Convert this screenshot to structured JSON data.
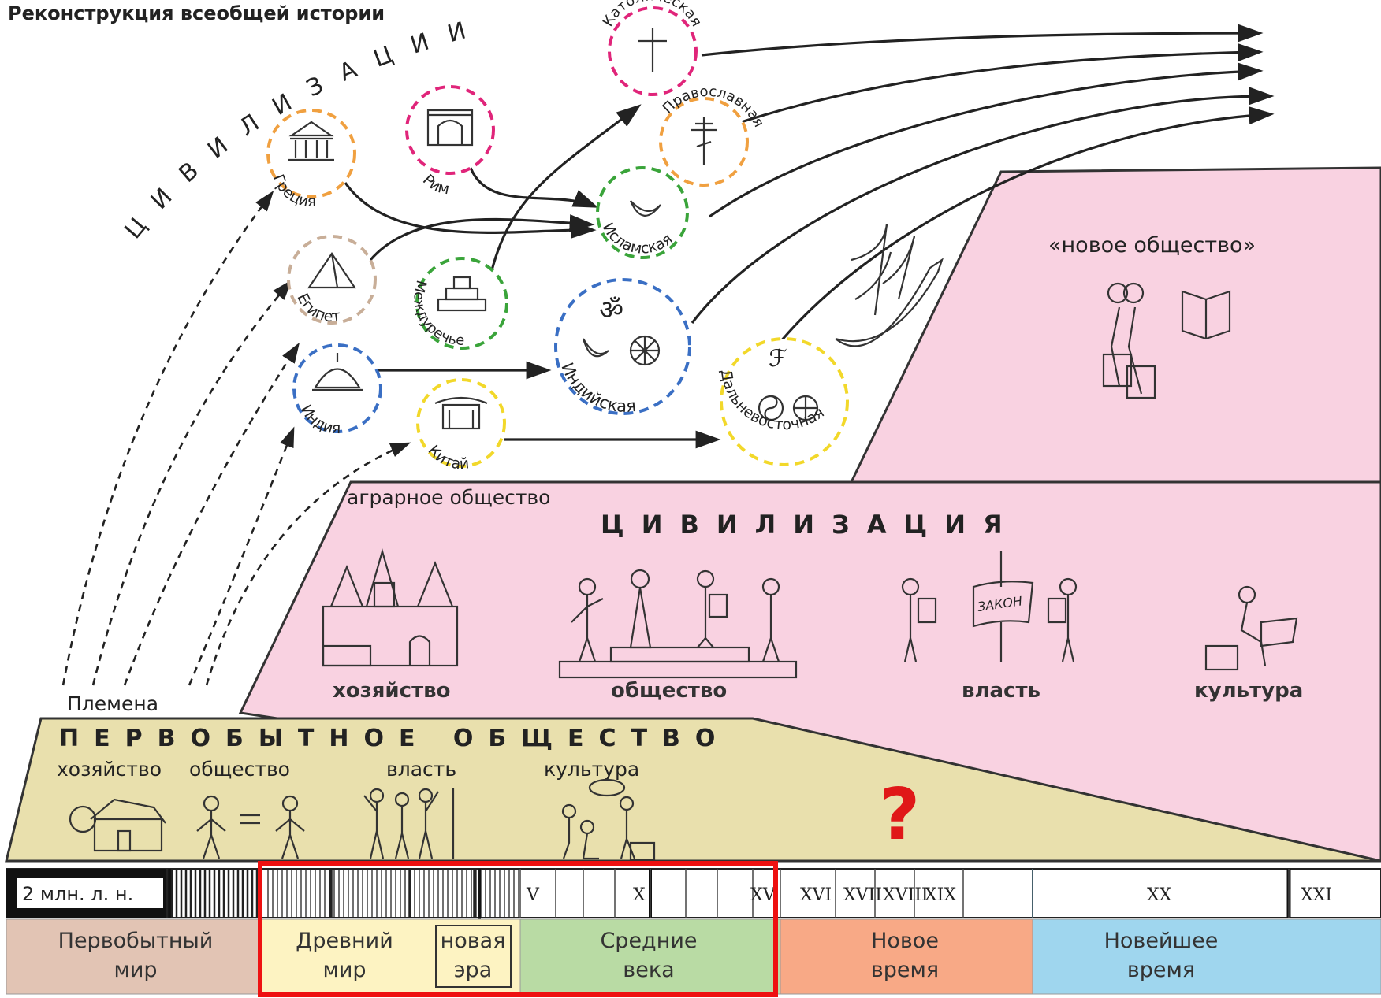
{
  "title": "Реконструкция всеобщей истории",
  "civilizations_arc": "ЦИВИЛИЗАЦИИ",
  "civilizations": [
    {
      "id": "greece",
      "label": "Греция",
      "color": "#f0a040"
    },
    {
      "id": "rome",
      "label": "Рим",
      "color": "#e0257a"
    },
    {
      "id": "egypt",
      "label": "Египет",
      "color": "#c8ae98"
    },
    {
      "id": "mesopotamia",
      "label": "Междуречье",
      "color": "#3aa43a"
    },
    {
      "id": "india",
      "label": "Индия",
      "color": "#3a6fc4"
    },
    {
      "id": "china",
      "label": "Китай",
      "color": "#f2d82a"
    },
    {
      "id": "catholic",
      "label": "Католическая",
      "color": "#e0257a"
    },
    {
      "id": "orthodox",
      "label": "Православная",
      "color": "#f0a040"
    },
    {
      "id": "islamic",
      "label": "Исламская",
      "color": "#3aa43a"
    },
    {
      "id": "indian",
      "label": "Индийская",
      "color": "#3a6fc4"
    },
    {
      "id": "far_east",
      "label": "Дальневосточная",
      "color": "#f2d82a"
    }
  ],
  "new_society": "«новое общество»",
  "agrarian_society": "аграрное общество",
  "civilization_word": "ЦИВИЛИЗАЦИЯ",
  "agrarian_aspects": [
    "хозяйство",
    "общество",
    "власть",
    "культура"
  ],
  "law_scroll": "ЗАКОН",
  "tribes": "Племена",
  "primitive_society": "ПЕРВОБЫТНОЕ ОБЩЕСТВО",
  "primitive_aspects": [
    "хозяйство",
    "общество",
    "власть",
    "культура"
  ],
  "question_mark": "?",
  "timeline": {
    "start_label": "2 млн. л. н.",
    "centuries": [
      "V",
      "X",
      "XV",
      "XVI",
      "XVII",
      "XVIII",
      "XIX",
      "XX",
      "XXI"
    ]
  },
  "eras": [
    {
      "id": "primitive",
      "line1": "Первобытный",
      "line2": "мир",
      "color": "#e2c4b4"
    },
    {
      "id": "ancient",
      "line1": "Древний",
      "line2": "мир",
      "color": "#fdf3c2"
    },
    {
      "id": "new_era",
      "line1": "новая",
      "line2": "эра",
      "color": "#fdf3c2"
    },
    {
      "id": "middle",
      "line1": "Средние",
      "line2": "века",
      "color": "#b9dba4"
    },
    {
      "id": "modern",
      "line1": "Новое",
      "line2": "время",
      "color": "#f8a986"
    },
    {
      "id": "contemporary",
      "line1": "Новейшее",
      "line2": "время",
      "color": "#9fd6ee"
    }
  ],
  "colors": {
    "pink": "#f9d2e1",
    "khaki": "#e9e0ad",
    "highlight": "#ee1111"
  }
}
